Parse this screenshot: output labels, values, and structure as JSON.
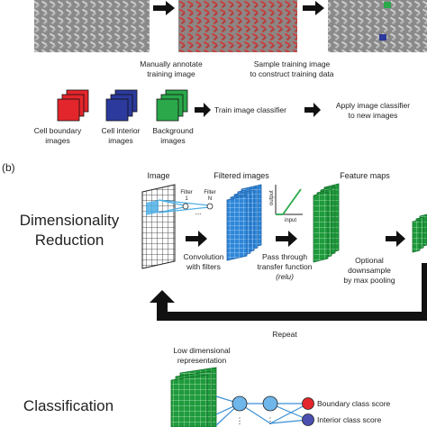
{
  "panel_a": {
    "caption_annotate": [
      "Manually annotate",
      "training image"
    ],
    "caption_sample": [
      "Sample training image",
      "to construct training data"
    ],
    "stacks": [
      {
        "label": [
          "Cell boundary",
          "images"
        ],
        "color": "#e3262b"
      },
      {
        "label": [
          "Cell interior",
          "images"
        ],
        "color": "#2b3a9c"
      },
      {
        "label": [
          "Background",
          "images"
        ],
        "color": "#2aa84a"
      }
    ],
    "step_train": "Train image classifier",
    "step_apply": [
      "Apply image classifier",
      "to new images"
    ]
  },
  "panel_b": {
    "panel_label": "(b)",
    "row_title": [
      "Dimensionality",
      "Reduction"
    ],
    "image_label": "Image",
    "filtered_label": "Filtered images",
    "feature_label": "Feature maps",
    "filter_1": [
      "Filter",
      "1"
    ],
    "filter_n": [
      "Filter",
      "N"
    ],
    "ellipsis": "...",
    "convolution": [
      "Convolution",
      "with filters"
    ],
    "transfer": [
      "Pass through",
      "transfer function",
      "(relu)"
    ],
    "relu_output": "output",
    "relu_input": "input",
    "downsample": [
      "Optional",
      "downsample",
      "by max pooling"
    ],
    "repeat": "Repeat"
  },
  "panel_c": {
    "row_title": "Classification",
    "lowdim": [
      "Low dimensional",
      "representation"
    ],
    "scores": [
      {
        "label": "Boundary class score",
        "color": "#e3262b"
      },
      {
        "label": "Interior class score",
        "color": "#4a4fb0"
      }
    ]
  },
  "colors": {
    "blue_grid": "#2f86d8",
    "green_grid": "#1f9a3c",
    "node_blue": "#6fb6ea",
    "arrow": "#111111"
  }
}
